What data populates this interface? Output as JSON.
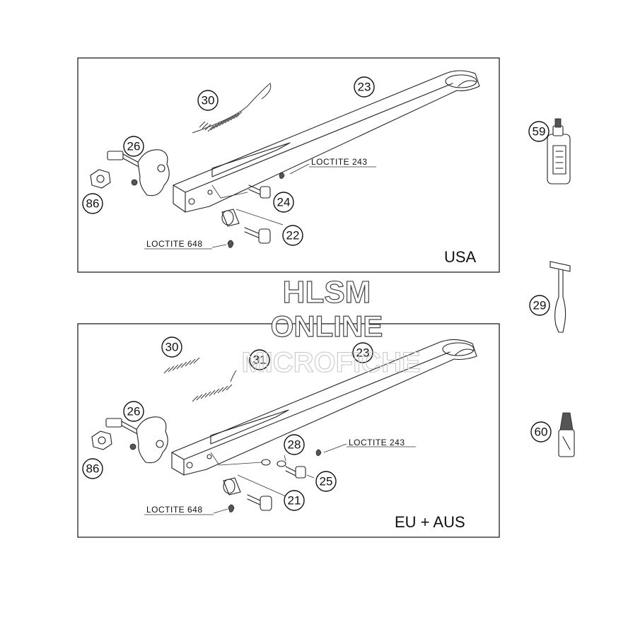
{
  "panels": [
    {
      "region": "USA",
      "callouts": [
        "30",
        "23",
        "26",
        "86",
        "24",
        "22"
      ],
      "notes": [
        "LOCTITE 243",
        "LOCTITE 648"
      ]
    },
    {
      "region": "EU + AUS",
      "callouts": [
        "30",
        "31",
        "23",
        "26",
        "86",
        "28",
        "25",
        "21"
      ],
      "notes": [
        "LOCTITE 243",
        "LOCTITE 648"
      ]
    }
  ],
  "side_callouts": [
    "59",
    "29",
    "60"
  ],
  "watermark": {
    "line1": "HLSM",
    "line2": "ONLINE",
    "line3": "MICROFICHE"
  }
}
